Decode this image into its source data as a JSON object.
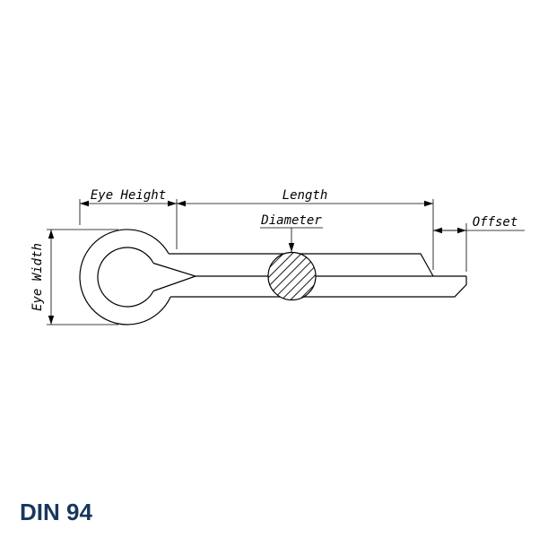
{
  "title": "DIN 94",
  "colors": {
    "title": "#17375e",
    "line": "#000000",
    "background": "#ffffff"
  },
  "labels": {
    "eye_height": "Eye Height",
    "length": "Length",
    "diameter": "Diameter",
    "offset": "Offset",
    "eye_width": "Eye Width"
  }
}
